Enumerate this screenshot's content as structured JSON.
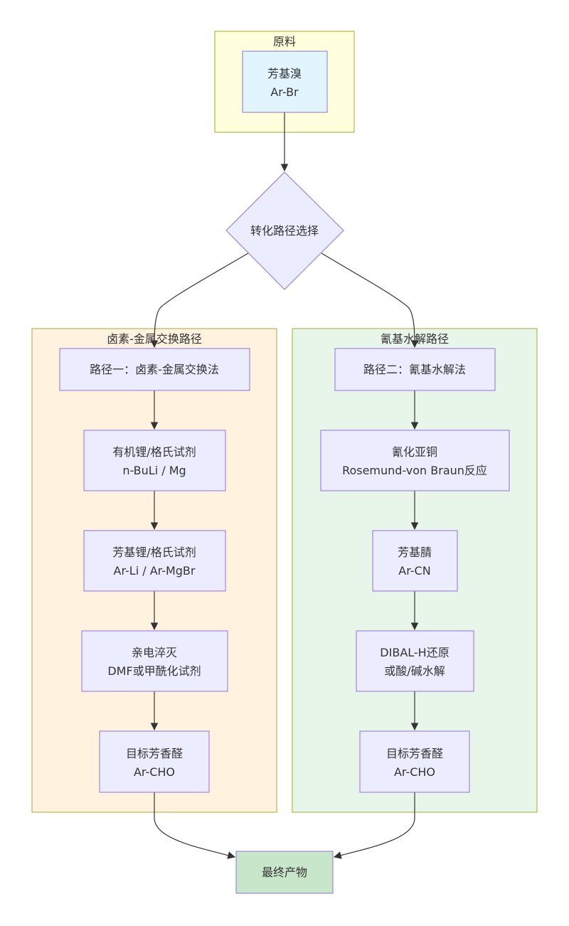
{
  "clusters": {
    "raw": {
      "title": "原料"
    },
    "halogen": {
      "title": "卤素-金属交换路径"
    },
    "cyano": {
      "title": "氰基水解路径"
    }
  },
  "nodes": {
    "start": {
      "line1": "芳基溴",
      "line2": "Ar-Br"
    },
    "decision": {
      "label": "转化路径选择"
    },
    "route1": {
      "label": "路径一：卤素-金属交换法"
    },
    "reagent1": {
      "line1": "有机锂/格氏试剂",
      "line2": "n-BuLi / Mg"
    },
    "intermediate1": {
      "line1": "芳基锂/格氏试剂",
      "line2": "Ar-Li / Ar-MgBr"
    },
    "quench": {
      "line1": "亲电淬灭",
      "line2": "DMF或甲酰化试剂"
    },
    "product1": {
      "line1": "目标芳香醛",
      "line2": "Ar-CHO"
    },
    "route2": {
      "label": "路径二：氰基水解法"
    },
    "reagent2": {
      "line1": "氰化亚铜",
      "line2": "Rosemund-von Braun反应"
    },
    "nitrile": {
      "line1": "芳基腈",
      "line2": "Ar-CN"
    },
    "reduction": {
      "line1": "DIBAL-H还原",
      "line2": "或酸/碱水解"
    },
    "product2": {
      "line1": "目标芳香醛",
      "line2": "Ar-CHO"
    },
    "final": {
      "label": "最终产物"
    }
  },
  "colors": {
    "node_fill": "#ececff",
    "node_stroke": "#9370db",
    "raw_cluster_fill": "#ffffde",
    "raw_cluster_stroke": "#aaaa33",
    "start_fill": "#e1f5fe",
    "halogen_cluster_fill": "#fff3e0",
    "cyano_cluster_fill": "#e8f5e9",
    "final_fill": "#c8e6c9",
    "final_stroke": "#9370db",
    "edge": "#333333"
  }
}
